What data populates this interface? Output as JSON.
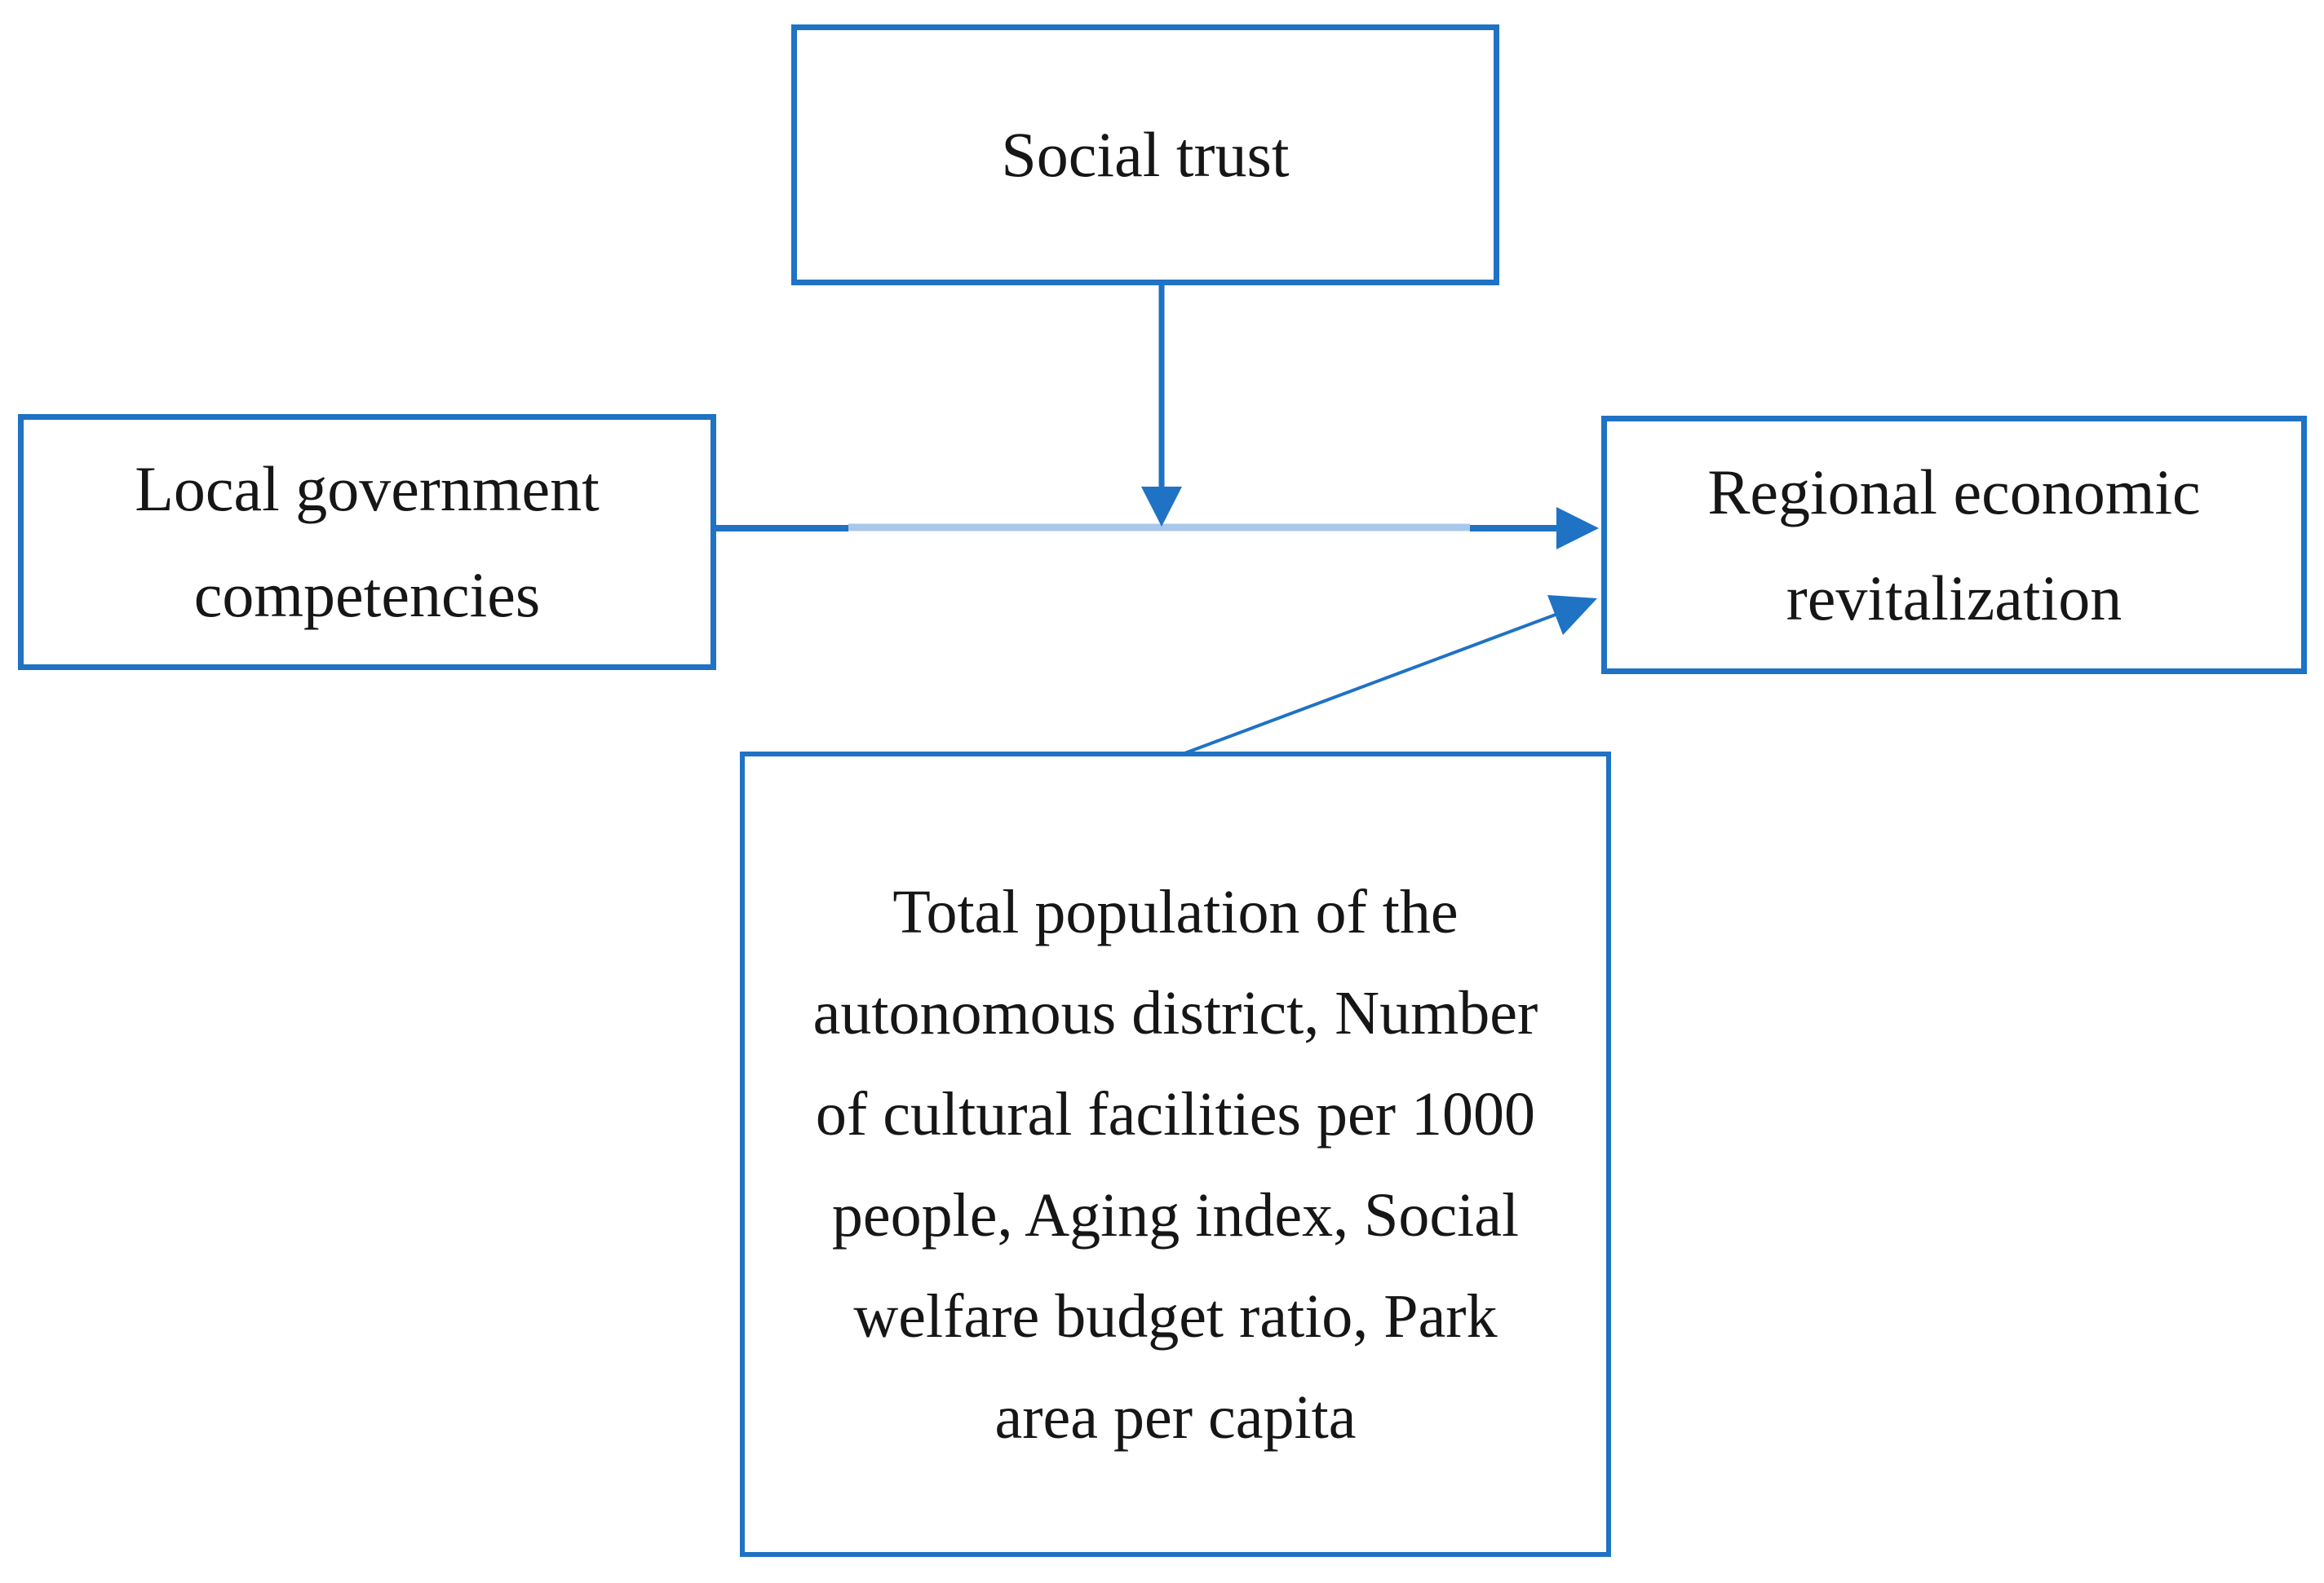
{
  "diagram": {
    "nodes": {
      "social_trust": {
        "label": "Social trust"
      },
      "local_government": {
        "lines": [
          "Local government",
          "competencies"
        ]
      },
      "regional_revitalization": {
        "lines": [
          "Regional economic",
          "revitalization"
        ]
      },
      "control_variables": {
        "lines": [
          "Total population of the",
          "autonomous district, Number",
          "of cultural facilities per 1000",
          "people, Aging index, Social",
          "welfare budget ratio, Park",
          "area per capita"
        ]
      }
    },
    "colors": {
      "box_border": "#1F72C4",
      "arrow_dark": "#1F72C4",
      "arrow_light": "#A9C7EA",
      "text": "#161616",
      "background": "#FFFFFF"
    }
  }
}
